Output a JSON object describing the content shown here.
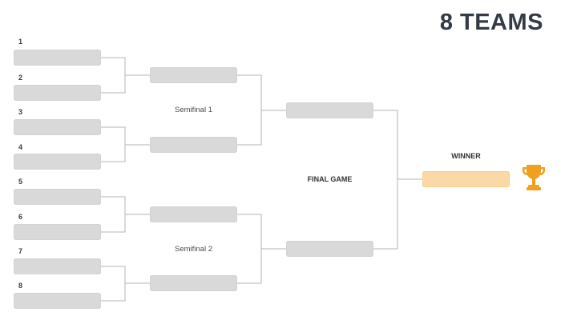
{
  "title": "8 TEAMS",
  "seeds": [
    "1",
    "2",
    "3",
    "4",
    "5",
    "6",
    "7",
    "8"
  ],
  "round_labels": {
    "semifinal_1": "Semifinal 1",
    "semifinal_2": "Semifinal 2",
    "final": "FINAL GAME",
    "winner": "WINNER"
  },
  "colors": {
    "slot": "#d9d9d9",
    "winner_slot": "#fbd9a6",
    "trophy": "#f0a020",
    "lines": "#b5b5b5",
    "title": "#333b47"
  },
  "icons": {
    "trophy": "trophy-icon"
  }
}
